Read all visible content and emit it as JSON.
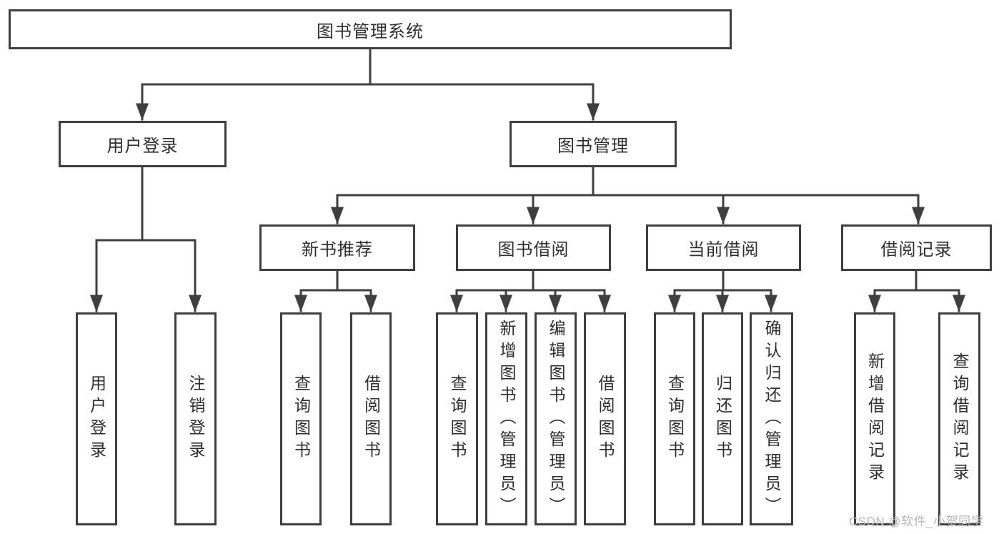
{
  "colors": {
    "line": "#3f3f3f",
    "text": "#2e2e2e",
    "watermark": "#b7b7b7",
    "background": "#ffffff"
  },
  "watermark": "CSDN @软件_小贺同学",
  "tree": {
    "label": "图书管理系统",
    "children": [
      {
        "label": "用户登录",
        "children": [
          {
            "label": "用户登录"
          },
          {
            "label": "注销登录"
          }
        ]
      },
      {
        "label": "图书管理",
        "children": [
          {
            "label": "新书推荐",
            "children": [
              {
                "label": "查询图书"
              },
              {
                "label": "借阅图书"
              }
            ]
          },
          {
            "label": "图书借阅",
            "children": [
              {
                "label": "查询图书"
              },
              {
                "label": "新增图书（管理员）"
              },
              {
                "label": "编辑图书（管理员）"
              },
              {
                "label": "借阅图书"
              }
            ]
          },
          {
            "label": "当前借阅",
            "children": [
              {
                "label": "查询图书"
              },
              {
                "label": "归还图书"
              },
              {
                "label": "确认归还（管理员）"
              }
            ]
          },
          {
            "label": "借阅记录",
            "children": [
              {
                "label": "新增借阅记录"
              },
              {
                "label": "查询借阅记录"
              }
            ]
          }
        ]
      }
    ]
  }
}
